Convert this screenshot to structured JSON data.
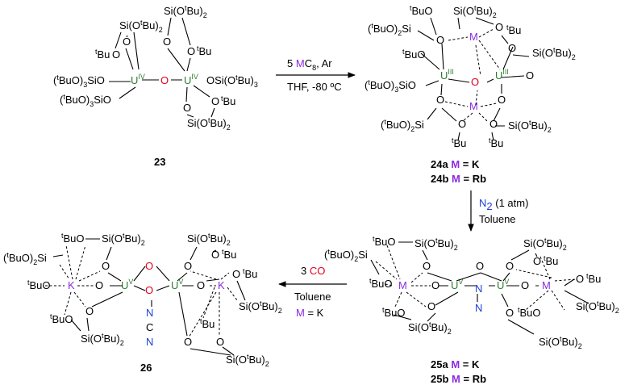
{
  "colors": {
    "uranium": "#2e7d32",
    "oxygen_bridge": "#e0001b",
    "alkali_metal": "#8a2be2",
    "nitrogen": "#1e40d8"
  },
  "compounds": {
    "c23": {
      "label": "23"
    },
    "c24": {
      "label_a": "24a",
      "label_b": "24b"
    },
    "c25": {
      "label_a": "25a",
      "label_b": "25b"
    },
    "c26": {
      "label": "26"
    }
  },
  "conditions": {
    "step1": {
      "reagent_count": "5",
      "reagent_metal": "M",
      "reagent_rest": "C",
      "reagent_sub": "8",
      "extra": ", Ar",
      "solvent": "THF, -80 ºC"
    },
    "step2": {
      "gas": "N",
      "gas_sub": "2",
      "pressure": " (1 atm)",
      "solvent": "Toluene"
    },
    "step3": {
      "count": "3 ",
      "gas": "CO",
      "solvent": "Toluene",
      "metal": "M",
      "eq": " = K"
    }
  },
  "metal_labels": {
    "a_metal": "M",
    "a_value": " = K",
    "b_metal": "M",
    "b_value": " = Rb"
  }
}
